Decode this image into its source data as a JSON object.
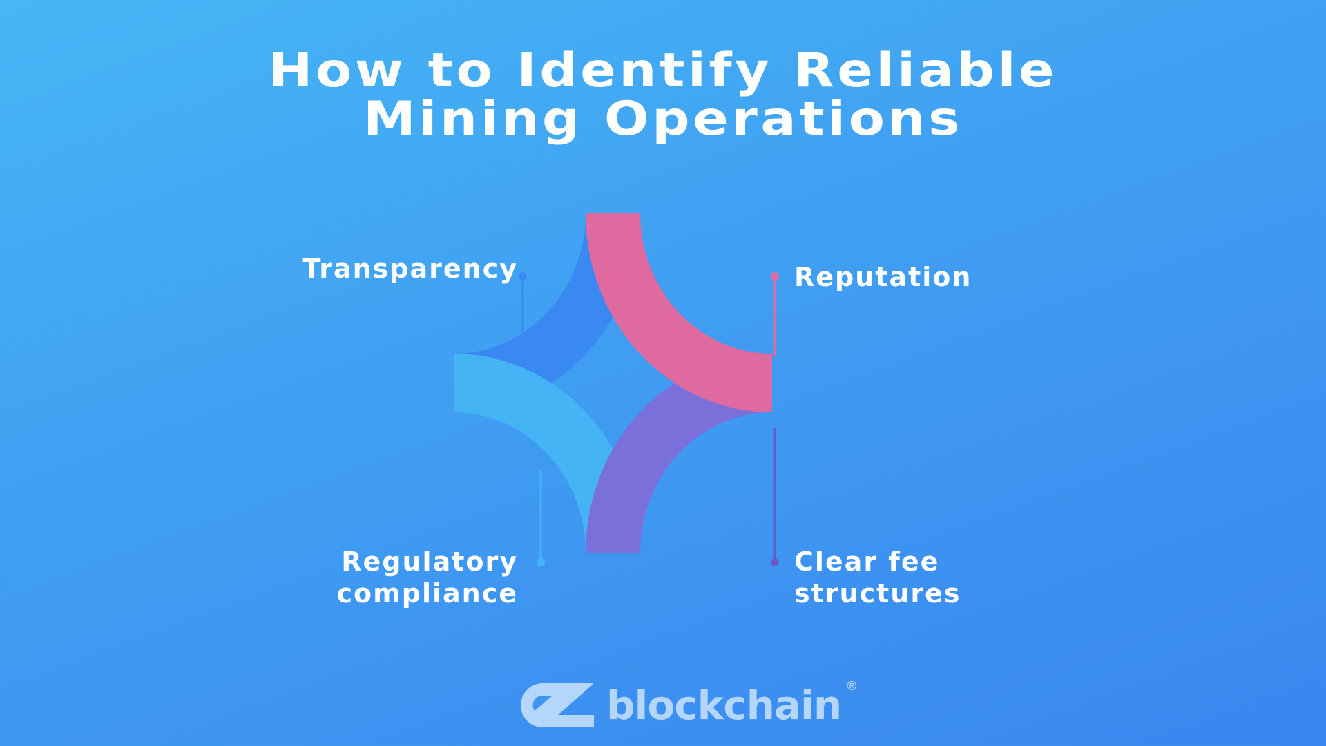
{
  "title": {
    "line1": "How to Identify Reliable",
    "line2": "Mining Operations"
  },
  "items": [
    {
      "label_lines": [
        "Transparency"
      ],
      "color": "#3a89f3"
    },
    {
      "label_lines": [
        "Reputation"
      ],
      "color": "#df6aa0"
    },
    {
      "label_lines": [
        "Regulatory",
        "compliance"
      ],
      "color": "#45b4f4"
    },
    {
      "label_lines": [
        "Clear fee",
        "structures"
      ],
      "color": "#7b6fda"
    }
  ],
  "logo": {
    "text": "blockchain",
    "mark": "eZ",
    "registered": "®"
  }
}
